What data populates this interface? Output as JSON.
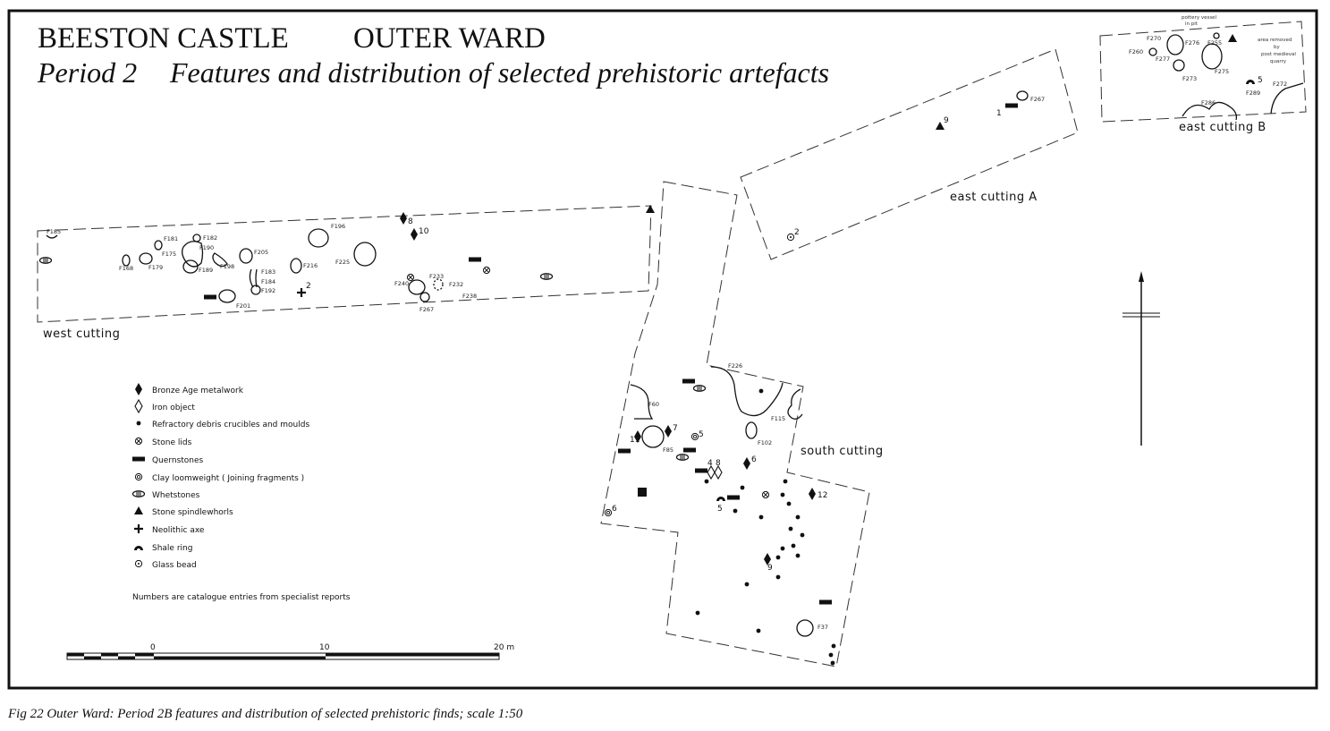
{
  "title": {
    "site": "BEESTON CASTLE",
    "area": "OUTER WARD"
  },
  "subtitle": {
    "period": "Period 2",
    "description": "Features and distribution of selected prehistoric artefacts"
  },
  "caption": "Fig 22  Outer Ward: Period 2B features and distribution of selected prehistoric finds; scale 1:50",
  "cuttings": {
    "west": "west cutting",
    "south": "south cutting",
    "east_a": "east cutting A",
    "east_b": "east cutting B"
  },
  "features": {
    "F185": "F185",
    "F168": "F168",
    "F179": "F179",
    "F181": "F181",
    "F175": "F175",
    "F182": "F182",
    "F190": "F190",
    "F189": "F189",
    "F198": "F198",
    "F205": "F205",
    "F183": "F183",
    "F184": "F184",
    "F192": "F192",
    "F201": "F201",
    "F216": "F216",
    "F196": "F196",
    "F225": "F225",
    "F240": "F240",
    "F233": "F233",
    "F232": "F232",
    "F238": "F238",
    "F267w": "F267",
    "F267e": "F267",
    "F226": "F226",
    "F60": "F60",
    "F85": "F85",
    "F115": "F115",
    "F102": "F102",
    "F37": "F37",
    "F270": "F270",
    "F260": "F260",
    "F277": "F277",
    "F276": "F276",
    "F255": "F255",
    "F275": "F275",
    "F273": "F273",
    "F289": "F289",
    "F272": "F272",
    "F286": "F286"
  },
  "notes": {
    "pottery_vessel": [
      "pottery vessel",
      "in pit"
    ],
    "quarry": [
      "area removed",
      "by",
      "post medieval",
      "quarry"
    ]
  },
  "find_numbers": {
    "bronze_8": "8",
    "bronze_10": "10",
    "axe_2": "2",
    "east_a_1": "1",
    "east_a_9": "9",
    "east_a_glass_2": "2",
    "shale_5": "5",
    "sc_7": "7",
    "sc_11": "11",
    "sc_loom_5": "5",
    "sc_iron_4": "4",
    "sc_iron_8": "8",
    "sc_6": "6",
    "sc_shale_5": "5",
    "sc_12": "12",
    "sc_9": "9",
    "sc_loom_6": "6"
  },
  "legend": {
    "items": [
      {
        "icon": "bronze-age-metalwork-icon",
        "label": "Bronze Age metalwork"
      },
      {
        "icon": "iron-object-icon",
        "label": "Iron object"
      },
      {
        "icon": "refractory-debris-icon",
        "label": "Refractory debris  crucibles and moulds"
      },
      {
        "icon": "stone-lid-icon",
        "label": "Stone lids"
      },
      {
        "icon": "quernstone-icon",
        "label": "Quernstones"
      },
      {
        "icon": "clay-loomweight-icon",
        "label": "Clay loomweight ( Joining fragments )"
      },
      {
        "icon": "whetstone-icon",
        "label": "Whetstones"
      },
      {
        "icon": "stone-spindlewhorl-icon",
        "label": "Stone spindlewhorls"
      },
      {
        "icon": "neolithic-axe-icon",
        "label": "Neolithic axe"
      },
      {
        "icon": "shale-ring-icon",
        "label": "Shale ring"
      },
      {
        "icon": "glass-bead-icon",
        "label": "Glass bead"
      }
    ],
    "note": "Numbers are catalogue entries from specialist  reports"
  },
  "scale": {
    "zero": "0",
    "ten": "10",
    "twenty": "20 m"
  }
}
